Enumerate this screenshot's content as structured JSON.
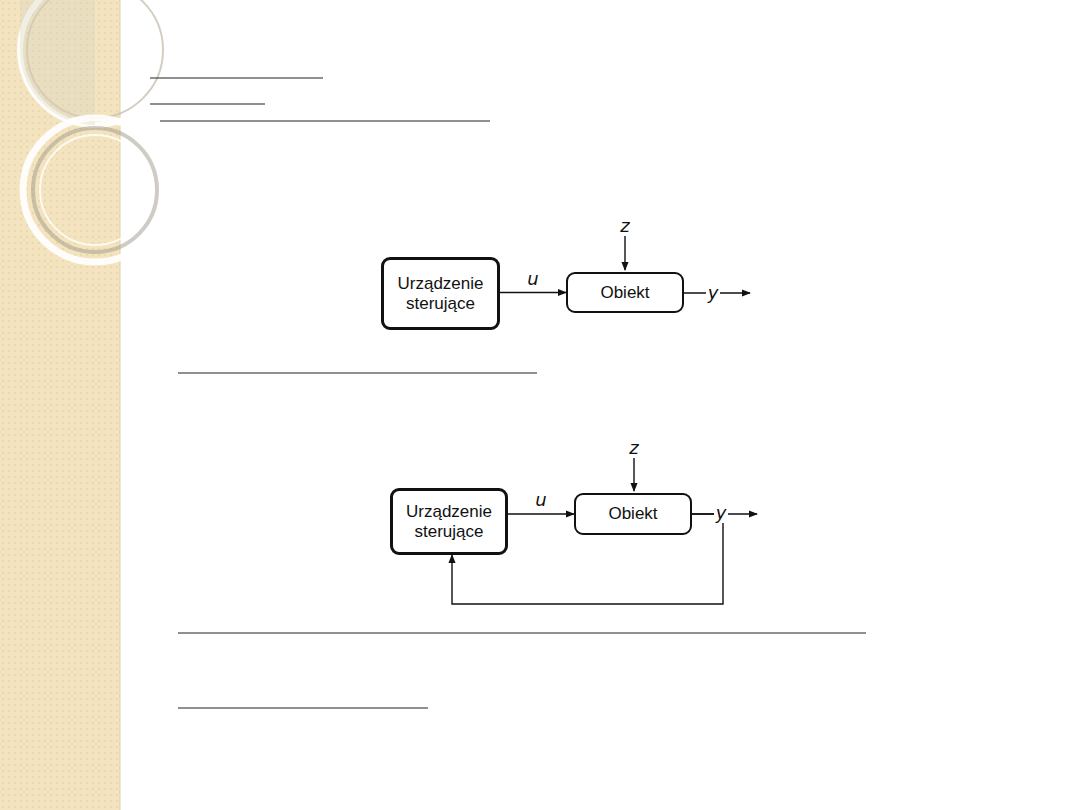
{
  "diagram": {
    "nodes": [
      {
        "text": [
          "Urządzenie sterujące"
        ]
      },
      {
        "text": [
          "Obiekt"
        ]
      },
      {
        "text": [
          "Urządzenie sterujące"
        ]
      },
      {
        "text": [
          "Obiekt"
        ]
      }
    ],
    "edges": [
      {
        "from": 0,
        "to": 1,
        "label": "u",
        "arrow": "to"
      },
      {
        "from": 2,
        "to": 3,
        "label": "u",
        "arrow": "to"
      },
      {
        "from": 3,
        "to": 2,
        "arrow": "to"
      }
    ],
    "labels": [
      "z",
      "y",
      "z",
      "y"
    ]
  }
}
